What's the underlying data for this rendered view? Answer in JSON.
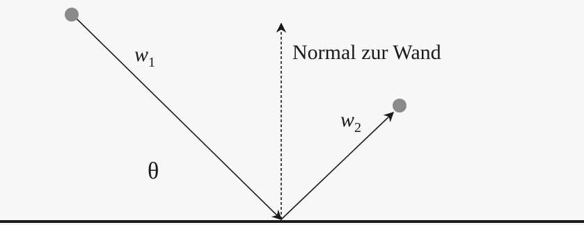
{
  "diagram": {
    "labels": {
      "incoming": "w",
      "incoming_sub": "1",
      "outgoing": "w",
      "outgoing_sub": "2",
      "normal": "Normal zur Wand",
      "angle": "θ"
    },
    "colors": {
      "background": "#f7f7f7",
      "line": "#1a1a1a",
      "ball": "#8a8a8a"
    }
  }
}
